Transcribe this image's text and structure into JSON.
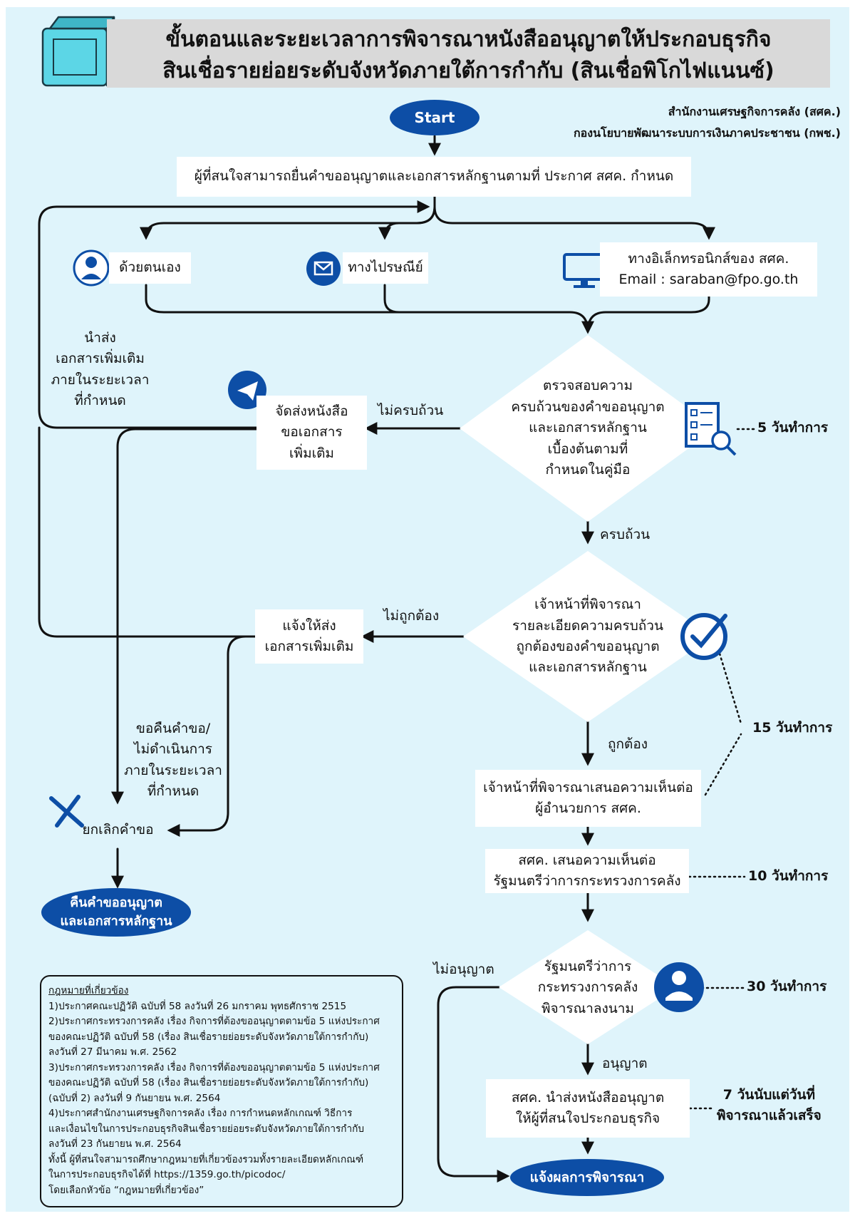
{
  "title": {
    "line1": "ขั้นตอนและระยะเวลาการพิจารณาหนังสืออนุญาตให้ประกอบธุรกิจ",
    "line2": "สินเชื่อรายย่อยระดับจังหวัดภายใต้การกำกับ (สินเชื่อพิโกไฟแนนซ์)"
  },
  "organizations": {
    "line1": "สำนักงานเศรษฐกิจการคลัง (สศค.)",
    "line2": "กองนโยบายพัฒนาระบบการเงินภาคประชาชน (กพช.)"
  },
  "start_label": "Start",
  "submit_step": "ผู้ที่สนใจสามารถยื่นคำขออนุญาตและเอกสารหลักฐานตามที่ ประกาศ สศค. กำหนด",
  "channels": {
    "in_person": "ด้วยตนเอง",
    "post": "ทางไปรษณีย์",
    "electronic_line1": "ทางอิเล็กทรอนิกส์ของ สศค.",
    "electronic_line2": "Email : saraban@fpo.go.th"
  },
  "check_completeness": {
    "lines": [
      "ตรวจสอบความ",
      "ครบถ้วนของคำขออนุญาต",
      "และเอกสารหลักฐาน",
      "เบื้องต้นตามที่",
      "กำหนดในคู่มือ"
    ],
    "no_label": "ไม่ครบถ้วน",
    "yes_label": "ครบถ้วน",
    "duration": "5 วันทำการ"
  },
  "request_more_docs": [
    "จัดส่งหนังสือ",
    "ขอเอกสาร",
    "เพิ่มเติม"
  ],
  "submit_more_note": [
    "นำส่ง",
    "เอกสารเพิ่มเติม",
    "ภายในระยะเวลา",
    "ที่กำหนด"
  ],
  "officer_review": {
    "lines": [
      "เจ้าหน้าที่พิจารณา",
      "รายละเอียดความครบถ้วน",
      "ถูกต้องของคำขออนุญาต",
      "และเอกสารหลักฐาน"
    ],
    "no_label": "ไม่ถูกต้อง",
    "yes_label": "ถูกต้อง"
  },
  "notify_more_docs": [
    "แจ้งให้ส่ง",
    "เอกสารเพิ่มเติม"
  ],
  "withdraw_note": [
    "ขอคืนคำขอ/",
    "ไม่ดำเนินการ",
    "ภายในระยะเวลา",
    "ที่กำหนด"
  ],
  "cancel_request": "ยกเลิกคำขอ",
  "return_docs": [
    "คืนคำขออนุญาต",
    "และเอกสารหลักฐาน"
  ],
  "officer_propose": [
    "เจ้าหน้าที่พิจารณาเสนอความเห็นต่อ",
    "ผู้อำนวยการ สศค."
  ],
  "review_duration": "15 วันทำการ",
  "fpo_propose": {
    "lines": [
      "สศค. เสนอความเห็นต่อ",
      "รัฐมนตรีว่าการกระทรวงการคลัง"
    ],
    "duration": "10 วันทำการ"
  },
  "minister_sign": {
    "lines": [
      "รัฐมนตรีว่าการ",
      "กระทรวงการคลัง",
      "พิจารณาลงนาม"
    ],
    "no_label": "ไม่อนุญาต",
    "yes_label": "อนุญาต",
    "duration": "30 วันทำการ"
  },
  "send_license": {
    "lines": [
      "สศค. นำส่งหนังสืออนุญาต",
      "ให้ผู้ที่สนใจประกอบธุรกิจ"
    ],
    "duration": [
      "7 วันนับแต่วันที่",
      "พิจารณาแล้วเสร็จ"
    ]
  },
  "notify_result": "แจ้งผลการพิจารณา",
  "laws": {
    "heading": "กฎหมายที่เกี่ยวข้อง",
    "lines": [
      "1)ประกาศคณะปฏิวัติ ฉบับที่ 58 ลงวันที่ 26 มกราคม พุทธศักราช 2515",
      "2)ประกาศกระทรวงการคลัง เรื่อง กิจการที่ต้องขออนุญาตตามข้อ 5 แห่งประกาศ",
      "ของคณะปฏิวัติ ฉบับที่ 58 (เรื่อง สินเชื่อรายย่อยระดับจังหวัดภายใต้การกำกับ)",
      "ลงวันที่ 27 มีนาคม พ.ศ. 2562",
      "3)ประกาศกระทรวงการคลัง เรื่อง กิจการที่ต้องขออนุญาตตามข้อ 5 แห่งประกาศ",
      "ของคณะปฏิวัติ ฉบับที่ 58 (เรื่อง สินเชื่อรายย่อยระดับจังหวัดภายใต้การกำกับ)",
      "(ฉบับที่ 2) ลงวันที่ 9 กันยายน พ.ศ. 2564",
      "4)ประกาศสำนักงานเศรษฐกิจการคลัง เรื่อง การกำหนดหลักเกณฑ์ วิธีการ",
      "และเงื่อนไขในการประกอบธุรกิจสินเชื่อรายย่อยระดับจังหวัดภายใต้การกำกับ",
      "ลงวันที่ 23 กันยายน พ.ศ. 2564",
      "ทั้งนี้ ผู้ที่สนใจสามารถศึกษากฎหมายที่เกี่ยวข้องรวมทั้งรายละเอียดหลักเกณฑ์",
      "ในการประกอบธุรกิจได้ที่ https://1359.go.th/picodoc/",
      "โดยเลือกหัวข้อ “กฎหมายที่เกี่ยวข้อง”"
    ]
  },
  "colors": {
    "background": "#dff4fb",
    "primary": "#0d4ea6",
    "title_band": "#d9d9d9",
    "book": "#5cd6e6"
  }
}
